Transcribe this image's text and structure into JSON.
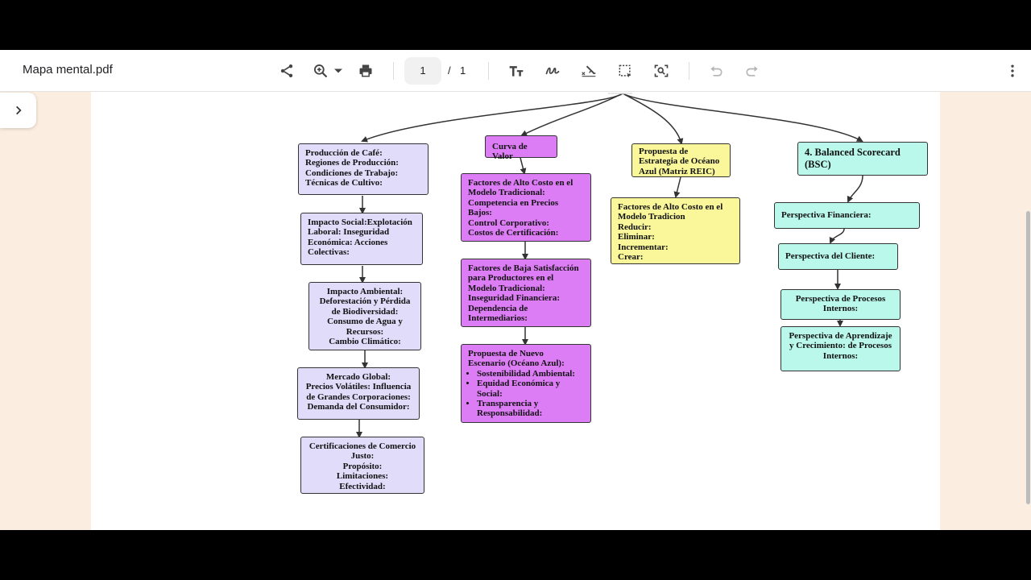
{
  "toolbar": {
    "title": "Mapa mental.pdf",
    "page_current": "1",
    "page_separator": "/",
    "page_total": "1"
  },
  "mindmap": {
    "col1": [
      [
        "Producción de Café:",
        "Regiones de Producción:",
        "Condiciones de Trabajo:",
        "Técnicas de Cultivo:"
      ],
      [
        "Impacto Social:Explotación",
        "Laboral: Inseguridad",
        "Económica: Acciones",
        "Colectivas:"
      ],
      [
        "Impacto Ambiental:",
        "Deforestación y Pérdida",
        "de Biodiversidad:",
        "Consumo de Agua y",
        "Recursos:",
        "Cambio Climático:"
      ],
      [
        "Mercado Global:",
        "Precios Volátiles: Influencia",
        "de Grandes Corporaciones:",
        "Demanda del Consumidor:"
      ],
      [
        "Certificaciones de Comercio",
        "Justo:",
        "Propósito:",
        "Limitaciones:",
        "Efectividad:"
      ]
    ],
    "col2": {
      "head": "Curva de Valor",
      "box1": [
        "Factores de Alto Costo en el",
        "Modelo Tradicional:",
        "Competencia en Precios",
        "Bajos:",
        "Control Corporativo:",
        "Costos de Certificación:"
      ],
      "box2": [
        "Factores de Baja Satisfacción",
        "para Productores en el",
        "Modelo Tradicional:",
        "Inseguridad Financiera:",
        "Dependencia de",
        "Intermediarios:"
      ],
      "box3_title": [
        "Propuesta de Nuevo",
        "Escenario (Océano Azul):"
      ],
      "box3_bullets": [
        [
          "Sostenibilidad Ambiental:"
        ],
        [
          "Equidad Económica y",
          "Social:"
        ],
        [
          "Transparencia y",
          "Responsabilidad:"
        ]
      ]
    },
    "col3": {
      "head": [
        "Propuesta de",
        "Estrategia de Océano",
        "Azul (Matriz REIC)"
      ],
      "box": [
        "Factores de Alto Costo en el",
        "Modelo Tradicion",
        "Reducir:",
        "Eliminar:",
        "Incrementar:",
        "Crear:"
      ]
    },
    "col4": {
      "head": [
        "4. Balanced Scorecard",
        "(BSC)"
      ],
      "items": [
        [
          "Perspectiva Financiera:"
        ],
        [
          "Perspectiva del Cliente:"
        ],
        [
          "Perspectiva de Procesos",
          "Internos:"
        ],
        [
          "Perspectiva de Aprendizaje",
          "y Crecimiento: de Procesos",
          "Internos:"
        ]
      ]
    }
  }
}
